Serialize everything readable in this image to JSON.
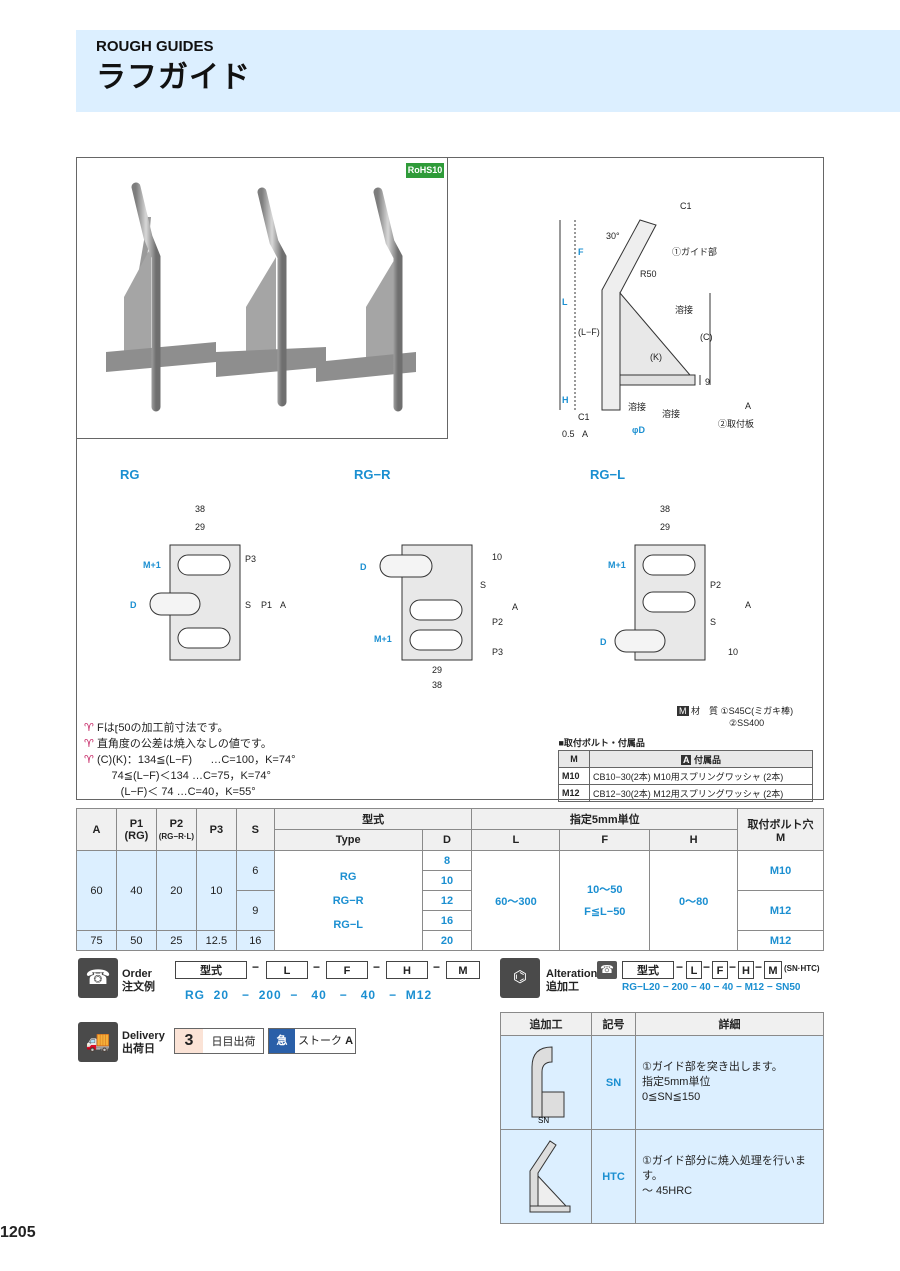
{
  "header": {
    "en_title": "ROUGH GUIDES",
    "jp_title": "ラフガイド"
  },
  "rohs": "RoHS10",
  "side_view": {
    "labels": [
      "C1",
      "30°",
      "①ガイド部",
      "R50",
      "溶接",
      "F",
      "L",
      "(L−F)",
      "(K)",
      "(C)",
      "9",
      "H",
      "C1",
      "溶接",
      "溶接",
      "②取付板",
      "A",
      "0.5",
      "A",
      "φD"
    ]
  },
  "variants": {
    "rg": {
      "name": "RG",
      "dims": [
        "38",
        "29",
        "P3",
        "M+1",
        "D",
        "S",
        "P1",
        "A"
      ]
    },
    "rg_r": {
      "name": "RG−R",
      "dims": [
        "10",
        "D",
        "S",
        "A",
        "P2",
        "M+1",
        "P3",
        "29",
        "38"
      ]
    },
    "rg_l": {
      "name": "RG−L",
      "dims": [
        "38",
        "29",
        "M+1",
        "P2",
        "A",
        "S",
        "D",
        "10"
      ]
    }
  },
  "notes": [
    "Fはɽ50の加工前寸法です。",
    "直角度の公差は焼入なしの値です。",
    "(C)(K)：134≦(L−F)      …C=100，K=74°",
    "         74≦(L−F)＜134 …C=75，K=74°",
    "            (L−F)＜ 74 …C=40，K=55°"
  ],
  "material": {
    "label": "材　質",
    "mark": "M",
    "items": [
      "①S45C(ミガキ棒)",
      "②SS400"
    ]
  },
  "attach": {
    "caption": "■取付ボルト・付属品",
    "head_m": "M",
    "head_mark": "A",
    "head_acc": "付属品",
    "rows": [
      {
        "m": "M10",
        "acc": "CB10−30(2本)  M10用スプリングワッシャ (2本)"
      },
      {
        "m": "M12",
        "acc": "CB12−30(2本)  M12用スプリングワッシャ (2本)"
      }
    ]
  },
  "spec": {
    "h": {
      "a": "A",
      "p1": "P1",
      "p1sub": "(RG)",
      "p2": "P2",
      "p2sub": "(RG−R·L)",
      "p3": "P3",
      "s": "S",
      "type_jp": "型式",
      "type_en": "Type",
      "d": "D",
      "unit": "指定5mm単位",
      "l": "L",
      "f": "F",
      "hh": "H",
      "bolt": "取付ボルト穴",
      "m": "M"
    },
    "r1": {
      "a": "60",
      "p1": "40",
      "p2": "20",
      "p3": "10",
      "s1": "6",
      "s2": "9"
    },
    "r2": {
      "a": "75",
      "p1": "50",
      "p2": "25",
      "p3": "12.5",
      "s": "16"
    },
    "types": [
      "RG",
      "RG−R",
      "RG−L"
    ],
    "d": [
      "8",
      "10",
      "12",
      "16",
      "20"
    ],
    "l": "60～300",
    "f1": "10～50",
    "f2": "F≦L−50",
    "hval": "0～80",
    "m1": "M10",
    "m2": "M12",
    "m3": "M12"
  },
  "order": {
    "label_en": "Order",
    "label_jp": "注文例",
    "boxes": [
      "型式",
      "L",
      "F",
      "H",
      "M"
    ],
    "example": "RG  20   −  200  −   40   −   40   −  M12"
  },
  "alterations": {
    "label_en": "Alterations",
    "label_jp": "追加工",
    "boxes": [
      "型式",
      "L",
      "F",
      "H",
      "M"
    ],
    "tail": "(SN·HTC)",
    "example": "RG−L20 − 200 − 40 − 40 − M12 − SN50",
    "head": {
      "work": "追加工",
      "code": "記号",
      "detail": "詳細"
    },
    "rows": [
      {
        "code": "SN",
        "lines": [
          "①ガイド部を突き出します。",
          "指定5mm単位",
          "0≦SN≦150"
        ],
        "fig_label": "SN"
      },
      {
        "code": "HTC",
        "lines": [
          "①ガイド部分に焼入処理を行います。",
          "～ 45HRC"
        ]
      }
    ]
  },
  "delivery": {
    "label_en": "Delivery",
    "label_jp": "出荷日",
    "days": "3",
    "days_label": "日目出荷",
    "express_mark": "急",
    "express_label": "ストーク",
    "express_mark2": "A"
  },
  "page_number": "1205"
}
